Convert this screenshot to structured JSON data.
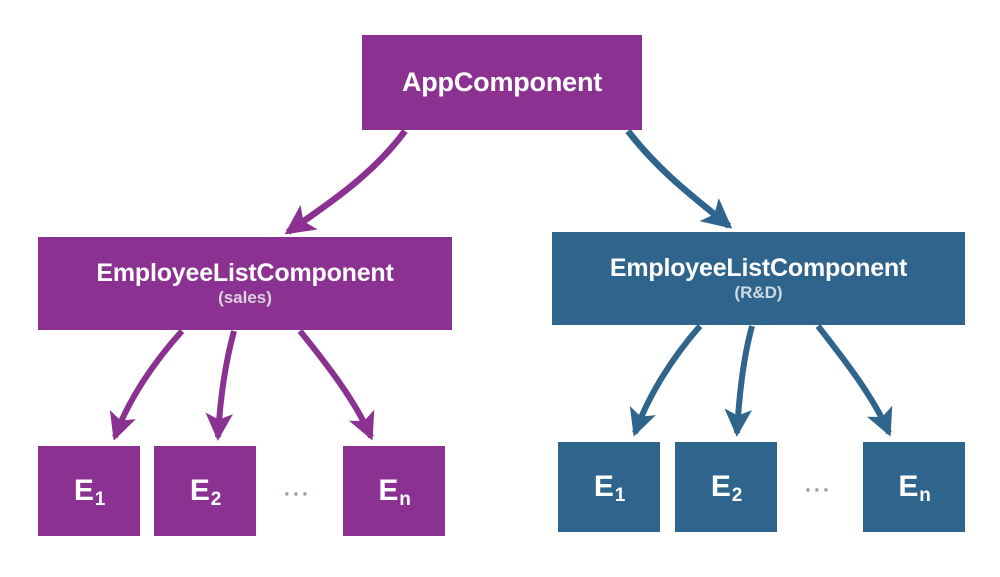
{
  "diagram": {
    "title": "Angular component tree with two EmployeeListComponent instances",
    "type": "tree",
    "colors": {
      "purple": "#8b3191",
      "blue": "#2f648c",
      "background": "#ffffff",
      "subtitle_purple": "#dcd2e0",
      "subtitle_blue": "#cfdae4",
      "ellipsis": "#8c9aa8"
    },
    "root": {
      "label": "AppComponent",
      "color": "purple"
    },
    "branches": [
      {
        "id": "sales",
        "color": "purple",
        "label": "EmployeeListComponent",
        "sublabel": "(sales)",
        "leaves": [
          {
            "base": "E",
            "subscript": "1"
          },
          {
            "base": "E",
            "subscript": "2"
          },
          {
            "base": "E",
            "subscript": "n"
          }
        ],
        "ellipsis": "···"
      },
      {
        "id": "rnd",
        "color": "blue",
        "label": "EmployeeListComponent",
        "sublabel": "(R&D)",
        "leaves": [
          {
            "base": "E",
            "subscript": "1"
          },
          {
            "base": "E",
            "subscript": "2"
          },
          {
            "base": "E",
            "subscript": "n"
          }
        ],
        "ellipsis": "···"
      }
    ]
  }
}
